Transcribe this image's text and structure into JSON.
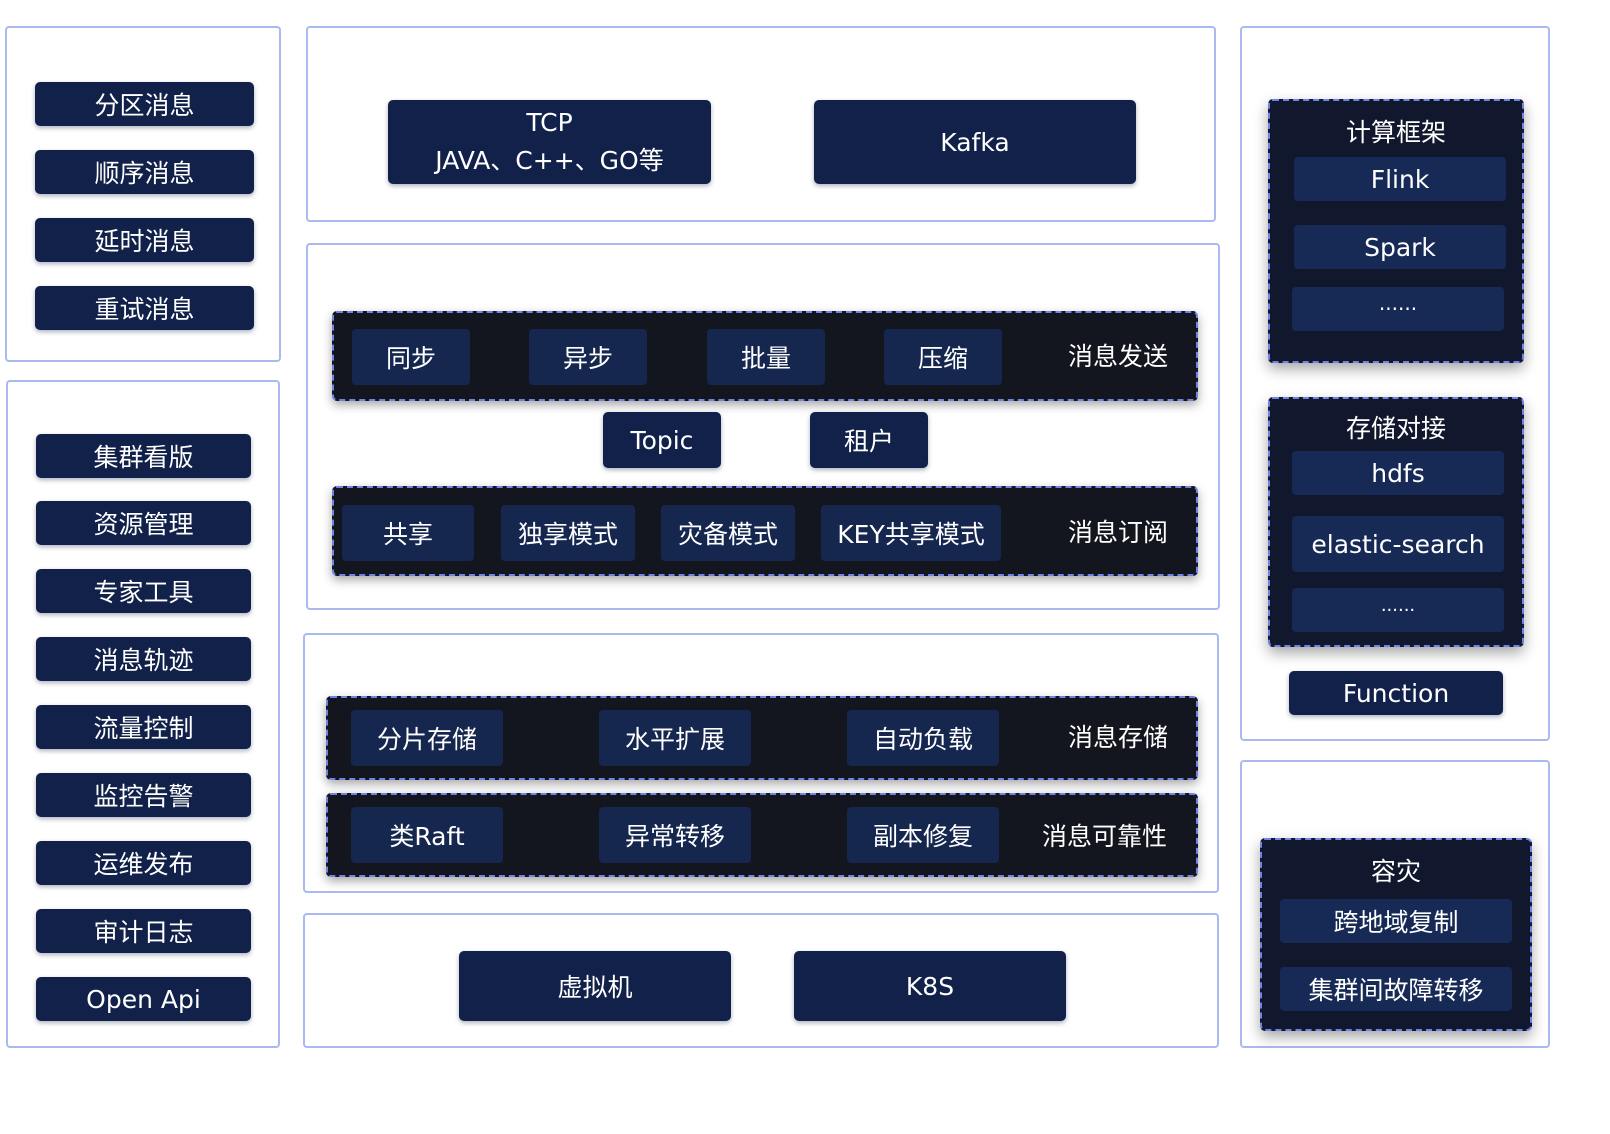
{
  "left_top": {
    "items": [
      "分区消息",
      "顺序消息",
      "延时消息",
      "重试消息"
    ]
  },
  "left_bottom": {
    "items": [
      "集群看版",
      "资源管理",
      "专家工具",
      "消息轨迹",
      "流量控制",
      "监控告警",
      "运维发布",
      "审计日志",
      "Open Api"
    ]
  },
  "protocol": {
    "tcp_line1": "TCP",
    "tcp_line2": "JAVA、C++、GO等",
    "kafka": "Kafka"
  },
  "messaging": {
    "send_chips": [
      "同步",
      "异步",
      "批量",
      "压缩"
    ],
    "send_label": "消息发送",
    "middle_chips": [
      "Topic",
      "租户"
    ],
    "subscribe_chips": [
      "共享",
      "独享模式",
      "灾备模式",
      "KEY共享模式"
    ],
    "subscribe_label": "消息订阅"
  },
  "storage": {
    "store_chips": [
      "分片存储",
      "水平扩展",
      "自动负载"
    ],
    "store_label": "消息存储",
    "reliability_chips": [
      "类Raft",
      "异常转移",
      "副本修复"
    ],
    "reliability_label": "消息可靠性"
  },
  "infra": {
    "items": [
      "虚拟机",
      "K8S"
    ]
  },
  "right_top": {
    "compute_title": "计算框架",
    "compute_items": [
      "Flink",
      "Spark",
      "······"
    ],
    "storage_title": "存储对接",
    "storage_items": [
      "hdfs",
      "elastic-search",
      "······"
    ],
    "function": "Function"
  },
  "right_bottom": {
    "title": "容灾",
    "items": [
      "跨地域复制",
      "集群间故障转移"
    ]
  }
}
